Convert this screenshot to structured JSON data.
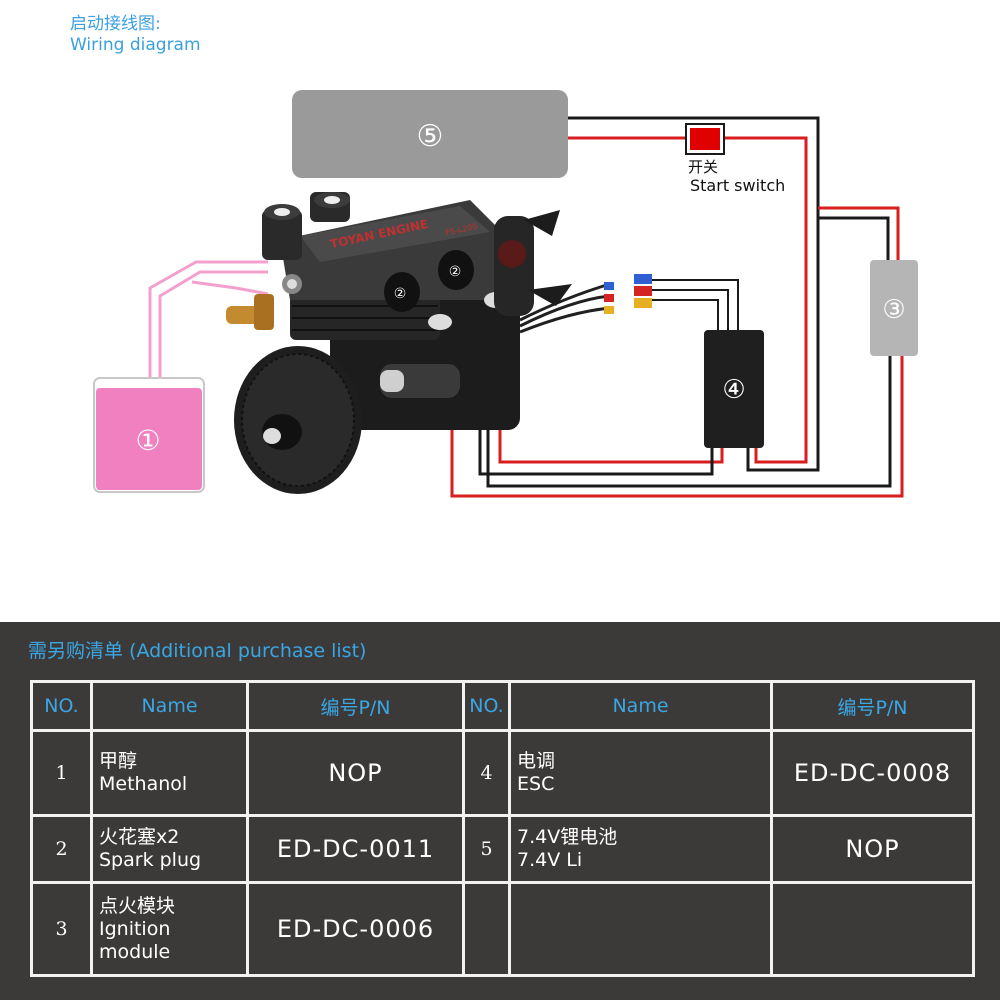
{
  "header": {
    "title_cn": "启动接线图:",
    "title_en": "Wiring diagram"
  },
  "diagram": {
    "components": [
      {
        "num": "①"
      },
      {
        "num": "②"
      },
      {
        "num": "③"
      },
      {
        "num": "④"
      },
      {
        "num": "⑤"
      }
    ],
    "engine_brand": "TOYAN ENGINE",
    "engine_sub": "FS-L200",
    "switch_label_cn": "开关",
    "switch_label_en": "Start switch",
    "colors": {
      "wire_red": "#d81e1e",
      "wire_black": "#1a1a1a",
      "fuel": "#f080c0",
      "switch": "#e00000",
      "box_gray": "#9a9a9a"
    }
  },
  "purchase_list": {
    "title": "需另购清单 (Additional purchase list)",
    "headers": [
      "NO.",
      "Name",
      "编号P/N",
      "NO.",
      "Name",
      "编号P/N"
    ],
    "rows": [
      {
        "no_l": "1",
        "name_l_cn": "甲醇",
        "name_l_en": "Methanol",
        "pn_l": "NOP",
        "no_r": "4",
        "name_r_cn": "电调",
        "name_r_en": "ESC",
        "pn_r": "ED-DC-0008"
      },
      {
        "no_l": "2",
        "name_l_cn": "火花塞x2",
        "name_l_en": "Spark plug",
        "pn_l": "ED-DC-0011",
        "no_r": "5",
        "name_r_cn": "7.4V锂电池",
        "name_r_en": "7.4V Li",
        "pn_r": "NOP"
      },
      {
        "no_l": "3",
        "name_l_cn": "点火模块",
        "name_l_en": "Ignition module",
        "pn_l": "ED-DC-0006",
        "no_r": "",
        "name_r_cn": "",
        "name_r_en": "",
        "pn_r": ""
      }
    ]
  }
}
